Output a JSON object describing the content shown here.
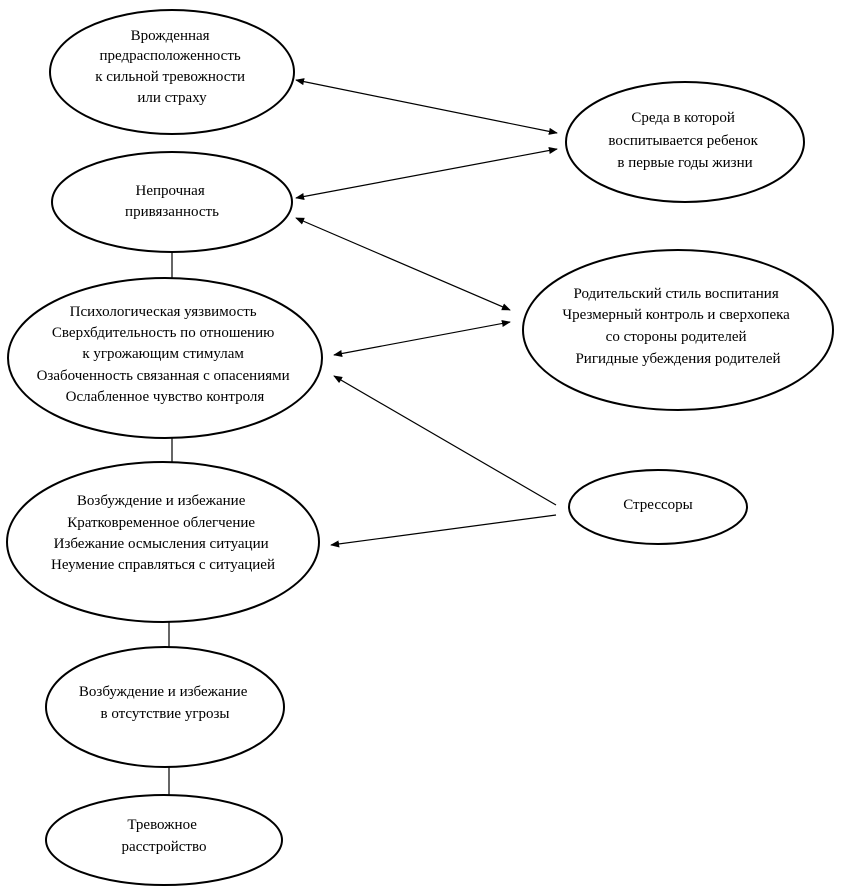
{
  "nodes": {
    "innate": {
      "lines": [
        "Врожденная",
        "предрасположенность",
        "к сильной тревожности",
        "или страху"
      ]
    },
    "environment": {
      "lines": [
        "Среда в которой",
        "воспитывается ребенок",
        "в первые годы жизни"
      ]
    },
    "insecure_attachment": {
      "lines": [
        "Непрочная",
        "привязанность"
      ]
    },
    "parenting_style": {
      "lines": [
        "Родительский стиль воспитания",
        "Чрезмерный контроль и сверхопека",
        "со стороны родителей",
        "Ригидные убеждения родителей"
      ]
    },
    "vulnerability": {
      "lines": [
        "Психологическая уязвимость",
        "Сверхбдительность по отношению",
        "к угрожающим стимулам",
        "Озабоченность связанная с опасениями",
        "Ослабленное чувство контроля"
      ]
    },
    "stressors": {
      "lines": [
        "Стрессоры"
      ]
    },
    "arousal_avoidance": {
      "lines": [
        "Возбуждение и избежание",
        "Кратковременное облегчение",
        "Избежание осмысления ситуации",
        "Неумение справляться с ситуацией"
      ]
    },
    "arousal_no_threat": {
      "lines": [
        "Возбуждение и избежание",
        "в отсутствие угрозы"
      ]
    },
    "anxiety_disorder": {
      "lines": [
        "Тревожное",
        "расстройство"
      ]
    }
  },
  "colors": {
    "stroke": "#000000",
    "background": "#ffffff",
    "text": "#000000"
  }
}
